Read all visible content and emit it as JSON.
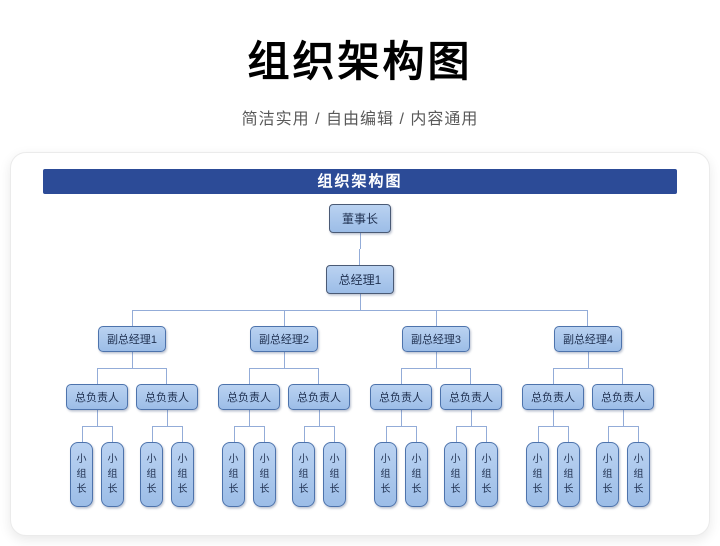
{
  "page": {
    "title": "组织架构图",
    "subtitle": "简洁实用 / 自由编辑 / 内容通用"
  },
  "card": {
    "header": "组织架构图"
  },
  "colors": {
    "title_text": "#000000",
    "subtitle_text": "#595959",
    "header_bg": "#2c4b97",
    "header_text": "#ffffff",
    "node_fill_top": "#bad2f1",
    "node_fill_bottom": "#9cbde7",
    "node_border": "#4d73ac",
    "top_node_border": "#4a5a75",
    "node_text": "#1f3050",
    "line": "#93acd8"
  },
  "chart_data": {
    "type": "org-tree",
    "root": {
      "label": "董事长",
      "children": [
        {
          "label": "总经理1",
          "children": [
            {
              "label": "副总经理1",
              "children": [
                {
                  "label": "总负责人",
                  "children": [
                    {
                      "label": "小组长"
                    },
                    {
                      "label": "小组长"
                    }
                  ]
                },
                {
                  "label": "总负责人",
                  "children": [
                    {
                      "label": "小组长"
                    },
                    {
                      "label": "小组长"
                    }
                  ]
                }
              ]
            },
            {
              "label": "副总经理2",
              "children": [
                {
                  "label": "总负责人",
                  "children": [
                    {
                      "label": "小组长"
                    },
                    {
                      "label": "小组长"
                    }
                  ]
                },
                {
                  "label": "总负责人",
                  "children": [
                    {
                      "label": "小组长"
                    },
                    {
                      "label": "小组长"
                    }
                  ]
                }
              ]
            },
            {
              "label": "副总经理3",
              "children": [
                {
                  "label": "总负责人",
                  "children": [
                    {
                      "label": "小组长"
                    },
                    {
                      "label": "小组长"
                    }
                  ]
                },
                {
                  "label": "总负责人",
                  "children": [
                    {
                      "label": "小组长"
                    },
                    {
                      "label": "小组长"
                    }
                  ]
                }
              ]
            },
            {
              "label": "副总经理4",
              "children": [
                {
                  "label": "总负责人",
                  "children": [
                    {
                      "label": "小组长"
                    },
                    {
                      "label": "小组长"
                    }
                  ]
                },
                {
                  "label": "总负责人",
                  "children": [
                    {
                      "label": "小组长"
                    },
                    {
                      "label": "小组长"
                    }
                  ]
                }
              ]
            }
          ]
        }
      ]
    }
  }
}
